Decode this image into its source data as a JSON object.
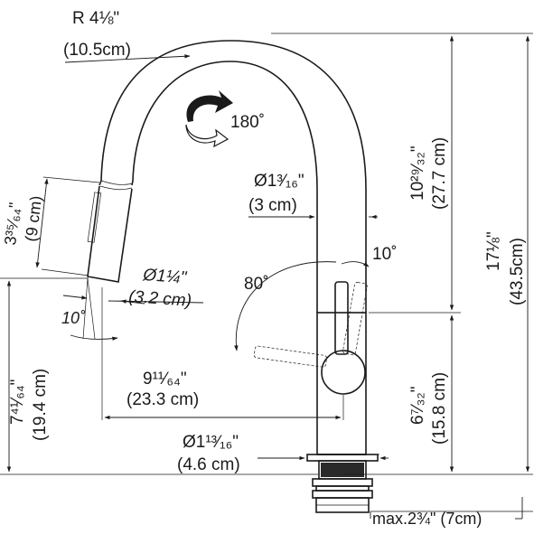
{
  "diagram": {
    "labels": {
      "radius": "R 4⅛\"",
      "radius_cm": "(10.5cm)",
      "rotation": "180˚",
      "spout_dia": "Ø1³⁄₁₆\"",
      "spout_dia_cm": "(3 cm)",
      "angle_right": "10˚",
      "angle_lever": "80˚",
      "spray_len": "3³⁵⁄₆₄\"",
      "spray_len_cm": "(9 cm)",
      "spray_dia": "Ø1¼\"",
      "spray_dia_cm": "(3.2 cm)",
      "angle_left": "10˚",
      "reach": "9¹¹⁄₆₄\"",
      "reach_cm": "(23.3 cm)",
      "base_dia": "Ø1¹³⁄₁₆\"",
      "base_dia_cm": "(4.6 cm)",
      "spout_height": "7⁴¹⁄₆₄\"",
      "spout_height_cm": "(19.4 cm)",
      "upper_height": "10²⁹⁄₃₂\"",
      "upper_height_cm": "(27.7 cm)",
      "total_height": "17⅛\"",
      "total_height_cm": "(43.5cm)",
      "body_height": "6⁷⁄₃₂\"",
      "body_height_cm": "(15.8 cm)",
      "deck": "max.2¾\" (7cm)"
    }
  }
}
